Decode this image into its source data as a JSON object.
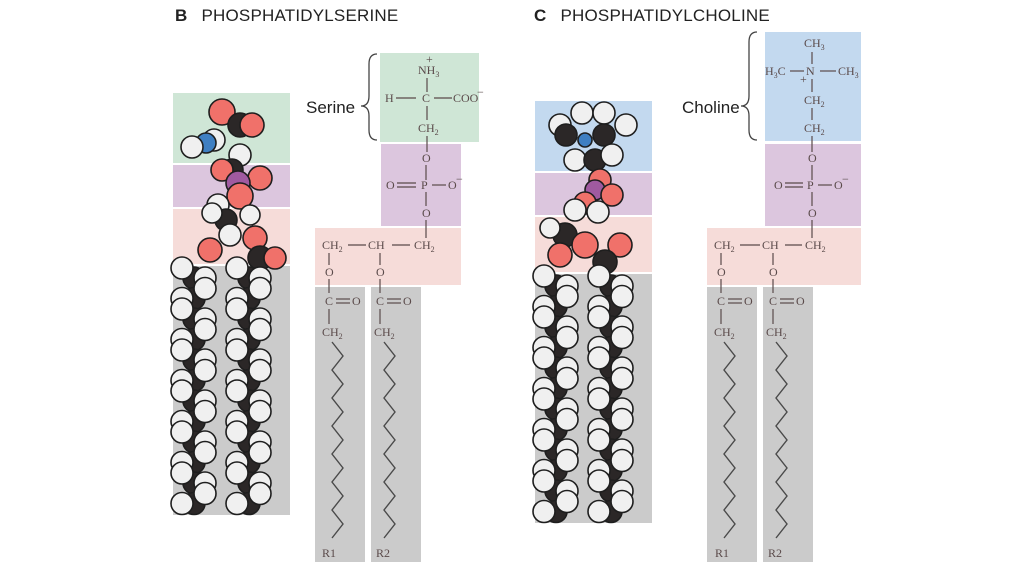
{
  "panels": [
    {
      "letter": "B",
      "title": "PHOSPHATIDYLSERINE",
      "head_group_label": "Serine",
      "head_group": {
        "top": "NH3",
        "top_charge": "+",
        "left": "H",
        "center": "C",
        "right": "COO",
        "right_charge": "−",
        "bottom": "CH2"
      },
      "phosphate": {
        "top_o": "O",
        "double_o": "O",
        "p": "P",
        "side_o": "O",
        "side_charge": "−",
        "bottom_o": "O"
      },
      "glycerol": {
        "left": "CH2",
        "center": "CH",
        "right": "CH2",
        "o1": "O",
        "o2": "O"
      },
      "chains": [
        {
          "carbonyl_c": "C",
          "carbonyl_o": "O",
          "ch2": "CH2",
          "label": "R1"
        },
        {
          "carbonyl_c": "C",
          "carbonyl_o": "O",
          "ch2": "CH2",
          "label": "R2"
        }
      ]
    },
    {
      "letter": "C",
      "title": "PHOSPHATIDYLCHOLINE",
      "head_group_label": "Choline",
      "head_group": {
        "top": "CH3",
        "left": "H3C",
        "center": "N",
        "center_charge": "+",
        "right": "CH3",
        "ch2_a": "CH2",
        "ch2_b": "CH2"
      },
      "phosphate": {
        "top_o": "O",
        "double_o": "O",
        "p": "P",
        "side_o": "O",
        "side_charge": "−",
        "bottom_o": "O"
      },
      "glycerol": {
        "left": "CH2",
        "center": "CH",
        "right": "CH2",
        "o1": "O",
        "o2": "O"
      },
      "chains": [
        {
          "carbonyl_c": "C",
          "carbonyl_o": "O",
          "ch2": "CH2",
          "label": "R1"
        },
        {
          "carbonyl_c": "C",
          "carbonyl_o": "O",
          "ch2": "CH2",
          "label": "R2"
        }
      ]
    }
  ],
  "colors": {
    "serine_region": "#cfe6d6",
    "choline_region": "#c3d9ef",
    "phosphate_region": "#dcc6de",
    "glycerol_region": "#f6dcd9",
    "fatty_acid_region": "#cbcbcb",
    "oxygen_atom": "#f0716a",
    "carbon_atom": "#2b2727",
    "hydrogen_atom": "#f0f0f0",
    "nitrogen_atom": "#3f7fc2",
    "phosphorus_atom": "#a05aa0"
  }
}
